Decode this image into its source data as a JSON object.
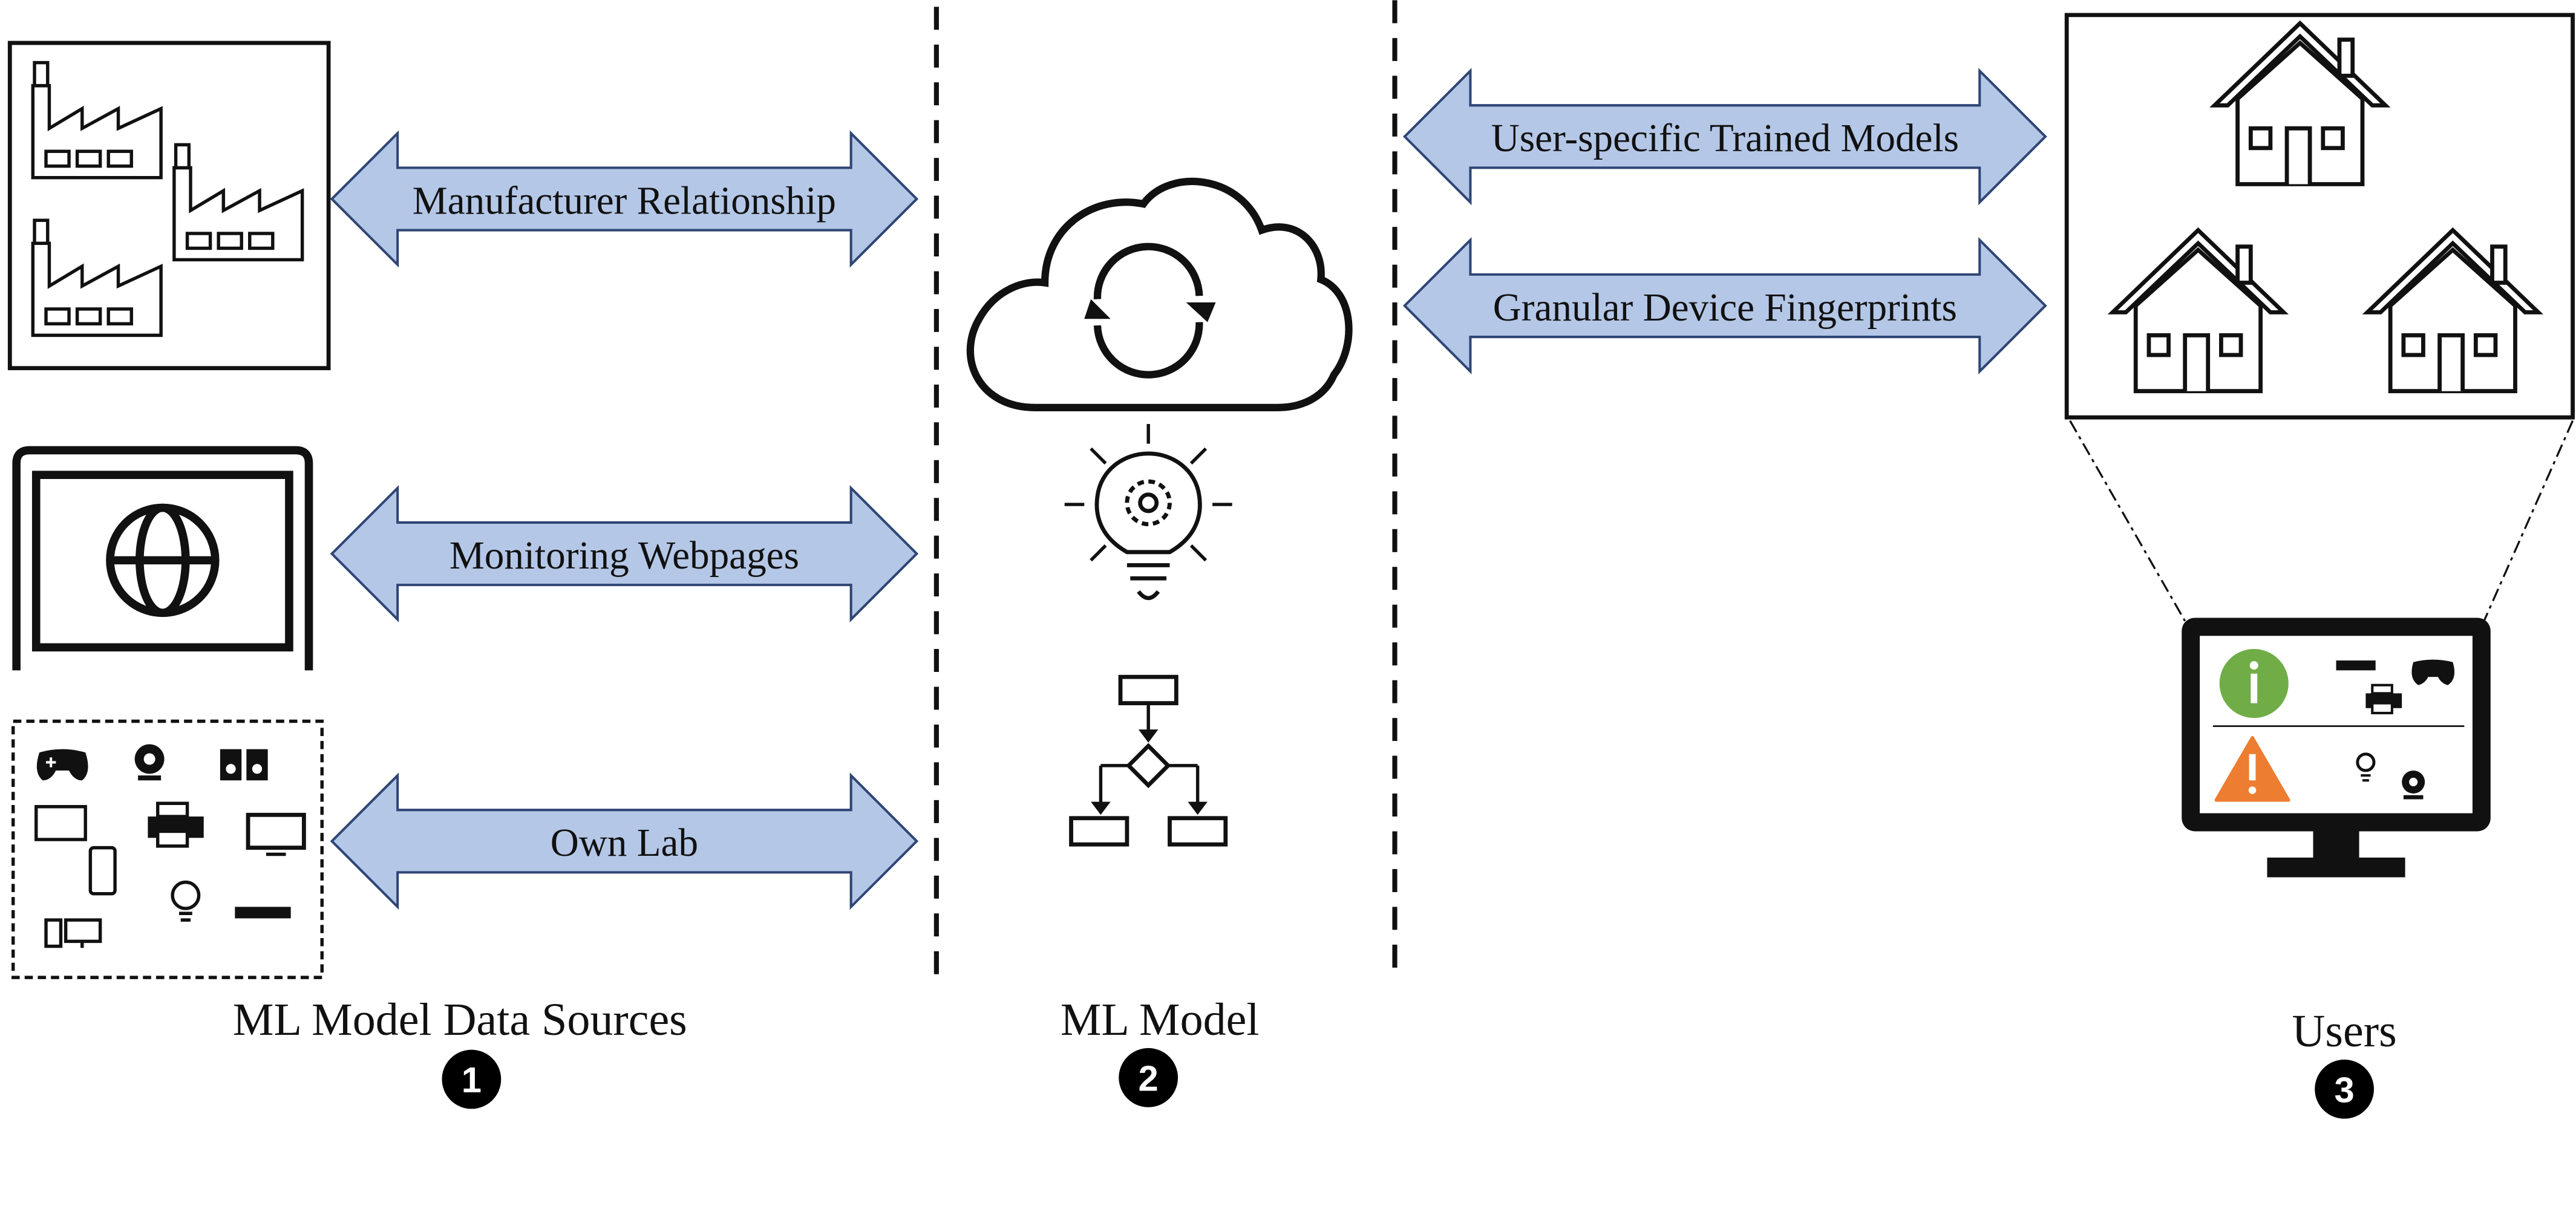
{
  "colors": {
    "arrow_fill": "#b4c7e7",
    "arrow_stroke": "#2f4675",
    "stroke": "#111111",
    "info_badge": "#70ad47",
    "warning_badge": "#ed7d31",
    "step_badge": "#000000"
  },
  "arrows": {
    "manufacturer": "Manufacturer Relationship",
    "monitoring": "Monitoring Webpages",
    "own_lab": "Own Lab",
    "trained_models": "User-specific Trained Models",
    "fingerprints": "Granular Device Fingerprints"
  },
  "sections": {
    "data_sources": {
      "label": "ML Model Data Sources",
      "step": "1"
    },
    "ml_model": {
      "label": "ML Model",
      "step": "2"
    },
    "users": {
      "label": "Users",
      "step": "3"
    }
  },
  "icons": {
    "factories": "factory-icon",
    "web": "globe-browser-icon",
    "lab": "iot-devices-icon",
    "cloud": "cloud-sync-icon",
    "idea": "lightbulb-gear-icon",
    "flow": "flowchart-icon",
    "homes": "house-icon",
    "monitor": "monitor-icon",
    "info": "info-icon",
    "warning": "warning-icon"
  }
}
